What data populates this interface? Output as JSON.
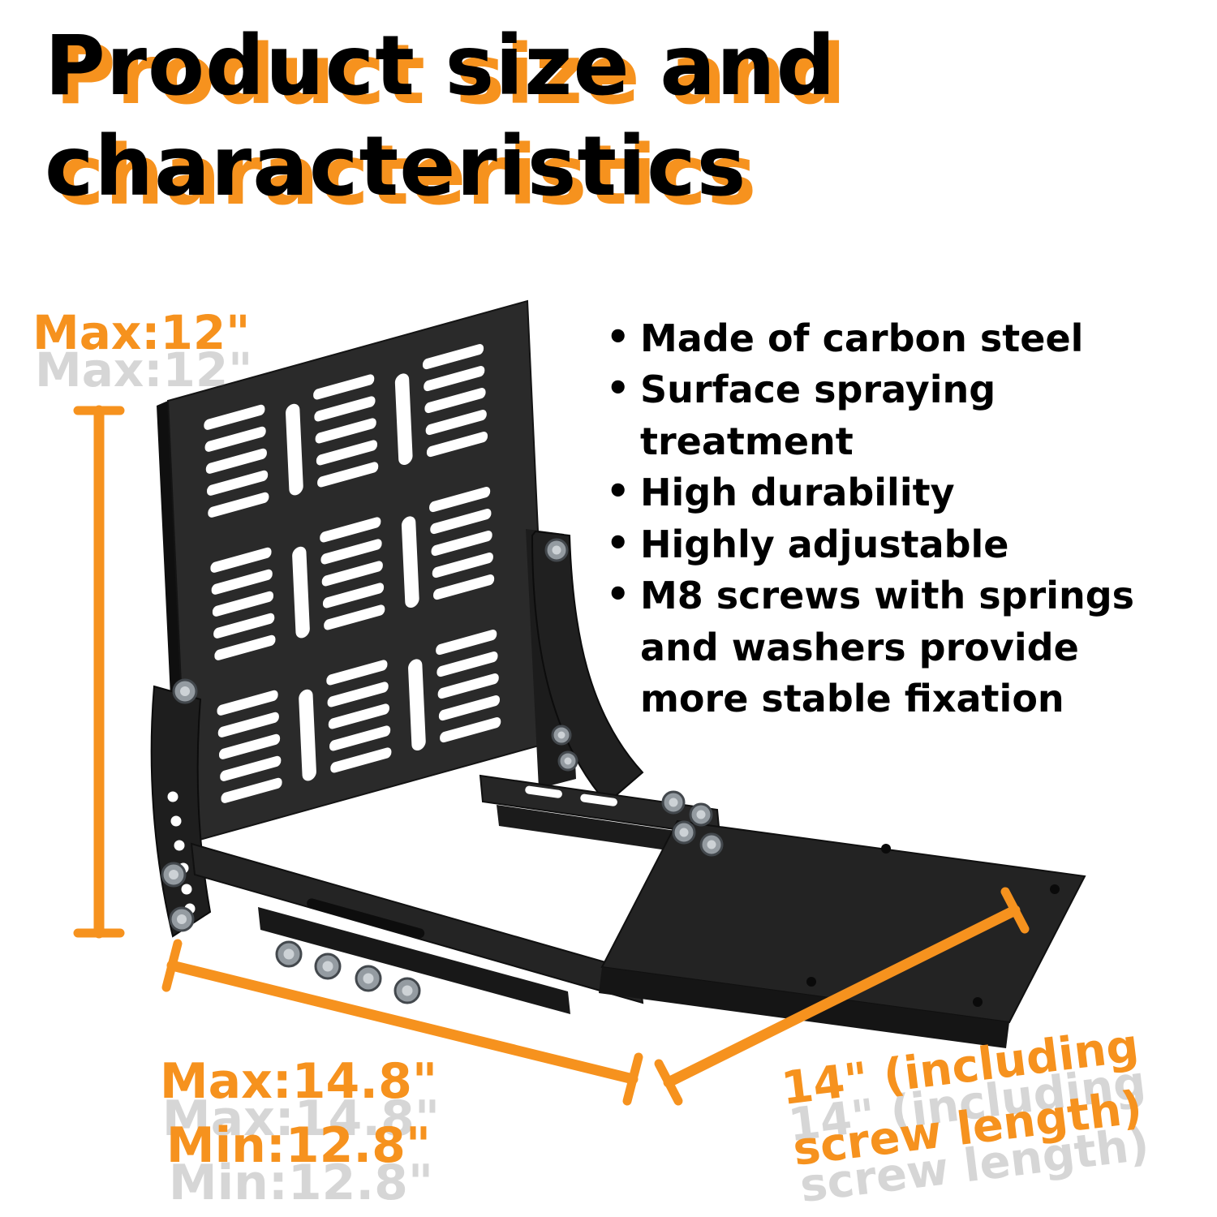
{
  "title": {
    "line1": "Product size and",
    "line2": "characteristics"
  },
  "features": {
    "bullet": "•",
    "items": [
      "Made of carbon steel",
      "Surface spraying treatment",
      "High durability",
      "Highly adjustable",
      "M8 screws with springs and washers provide more stable fixation"
    ]
  },
  "dimensions": {
    "height": "Max:12\"",
    "depth_max": "Max:14.8\"",
    "depth_min": "Min:12.8\"",
    "width": "14\" (including screw length)"
  },
  "colors": {
    "accent": "#F6921E",
    "text": "#000000",
    "bracket_dark": "#232323",
    "bolt": "#949ba1"
  }
}
